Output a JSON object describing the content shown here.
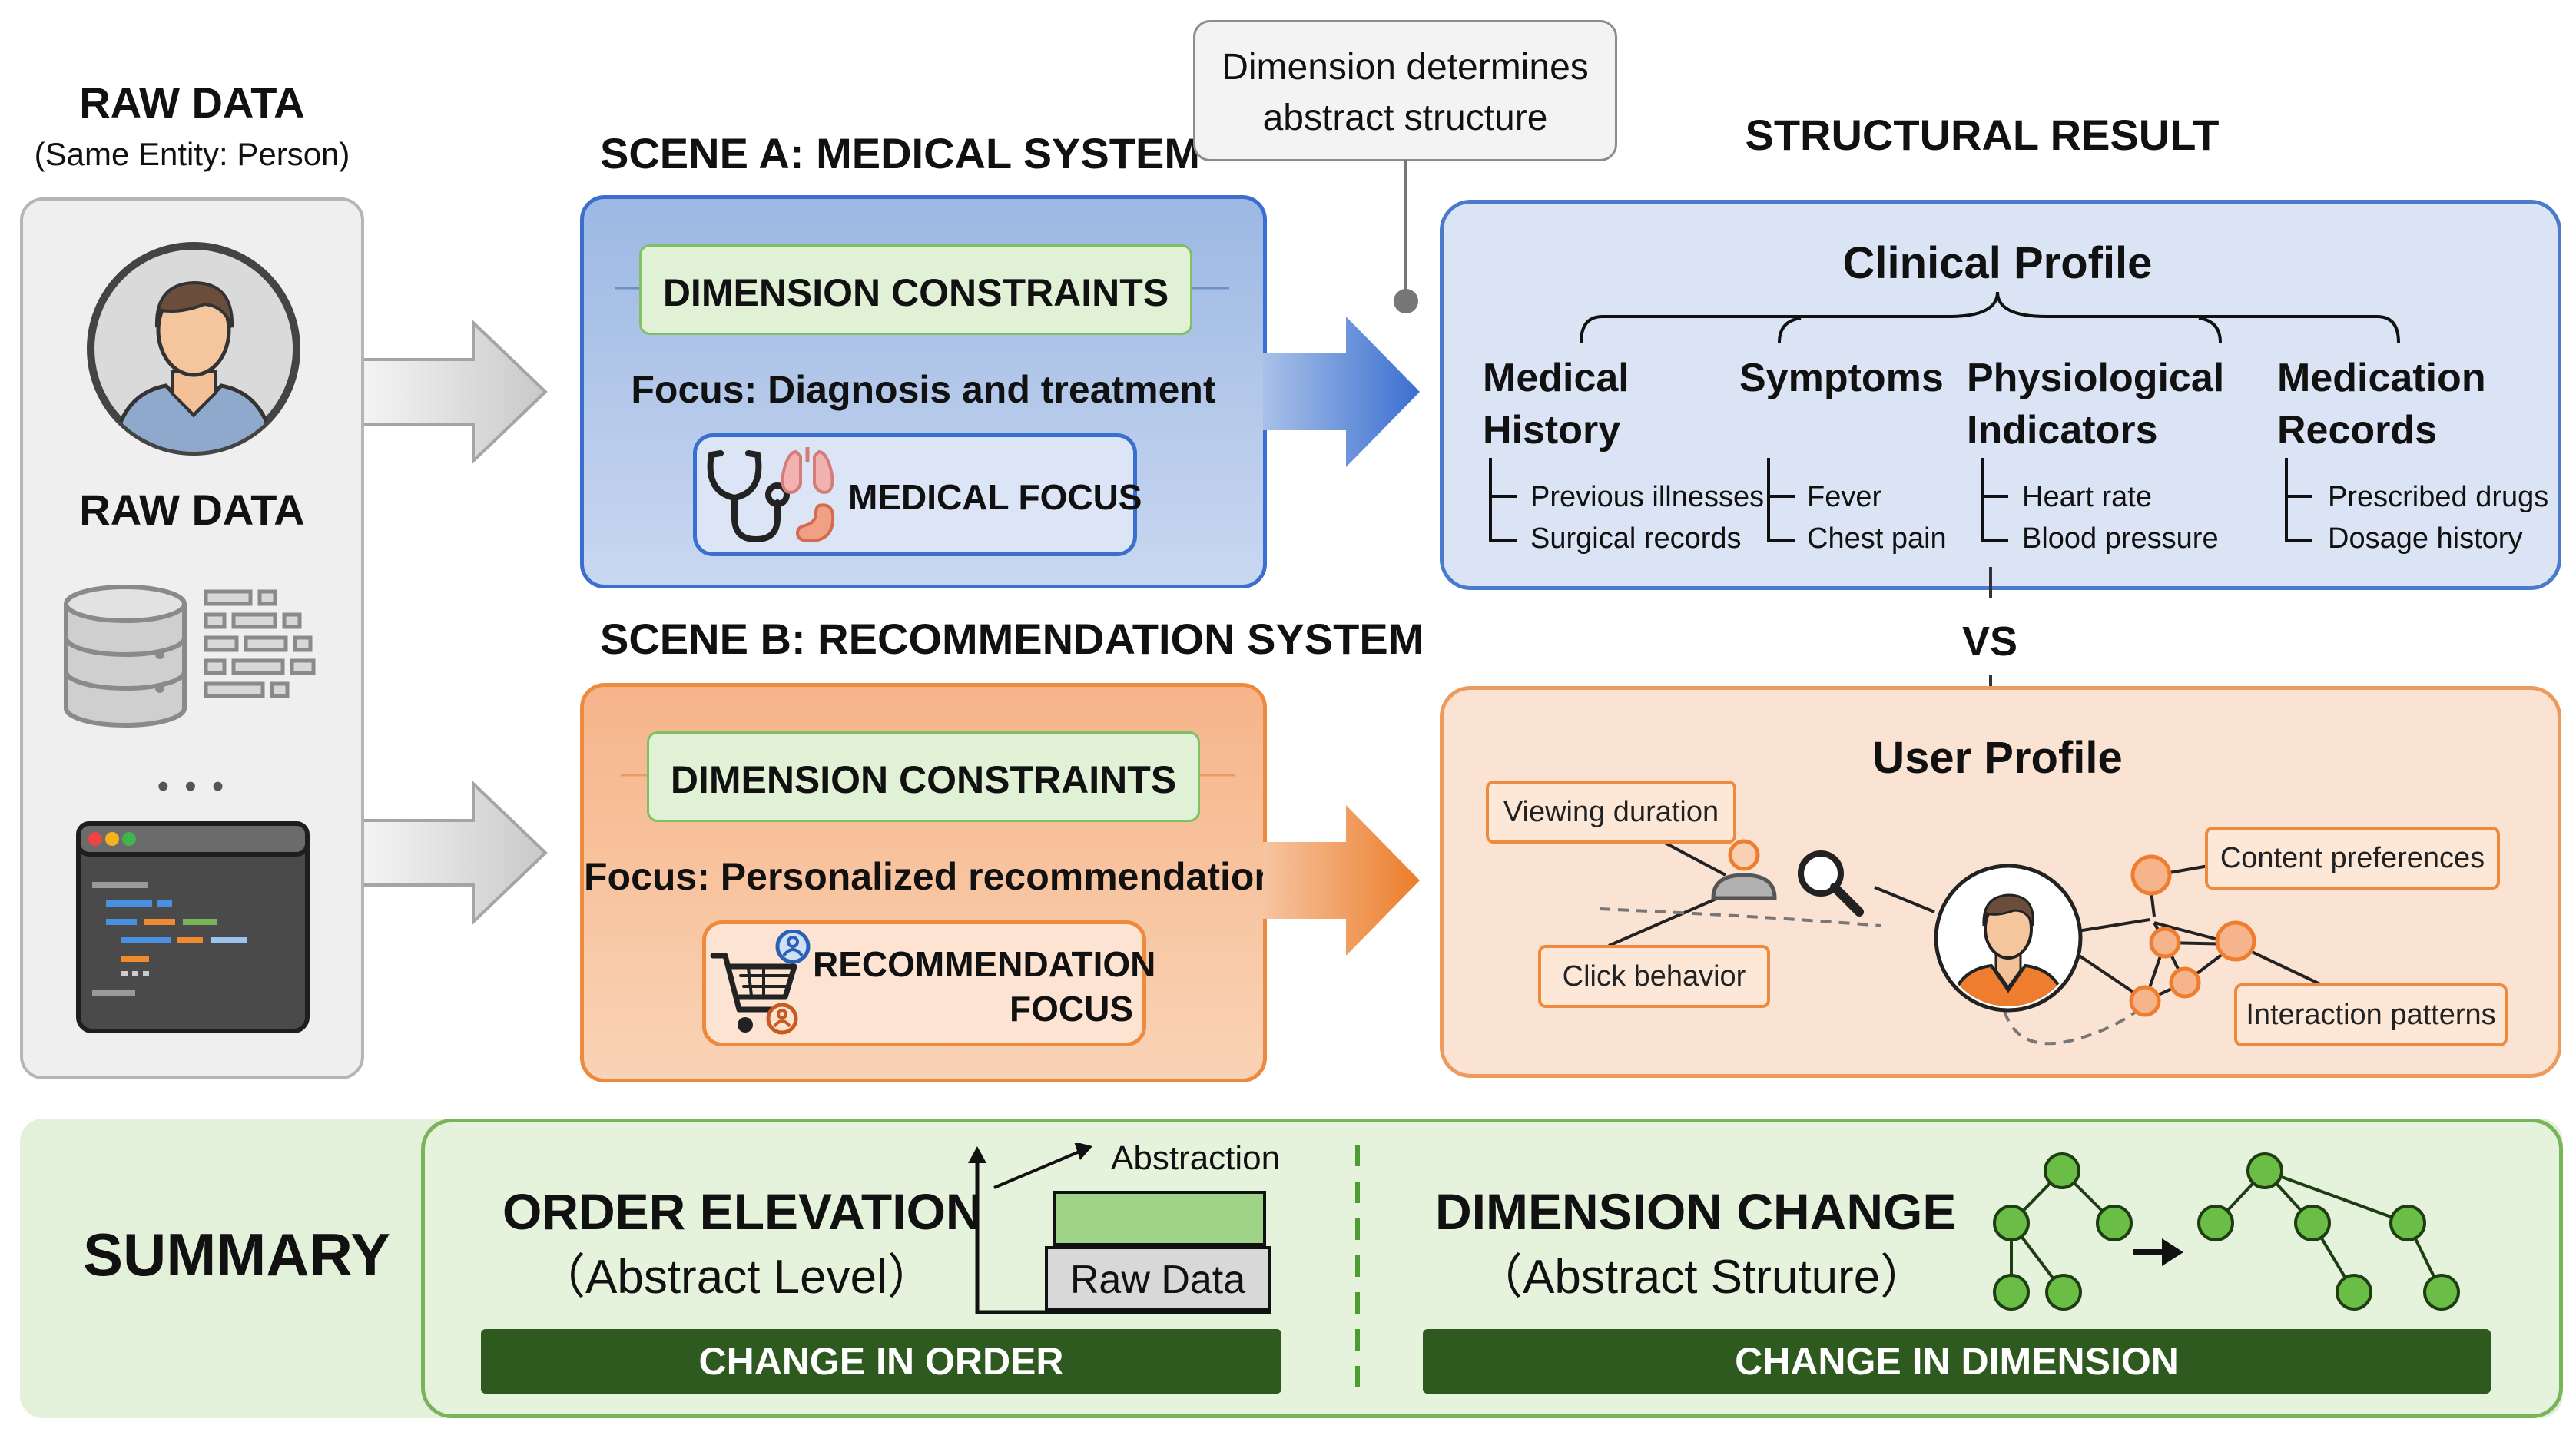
{
  "raw_panel": {
    "title": "RAW DATA",
    "subtitle": "(Same Entity: Person)",
    "label": "RAW DATA",
    "ellipsis": "• • •"
  },
  "scene_a": {
    "title": "SCENE A: MEDICAL SYSTEM",
    "constraints": "DIMENSION CONSTRAINTS",
    "focus": "Focus: Diagnosis and treatment",
    "focus_box": "MEDICAL FOCUS"
  },
  "scene_b": {
    "title": "SCENE B: RECOMMENDATION SYSTEM",
    "constraints": "DIMENSION CONSTRAINTS",
    "focus": "Focus: Personalized recommendation",
    "focus_box_line1": "RECOMMENDATION",
    "focus_box_line2": "FOCUS"
  },
  "callout": {
    "line1": "Dimension determines",
    "line2": "abstract structure"
  },
  "structural_result": {
    "title": "STRUCTURAL RESULT",
    "vs": "VS",
    "clinical": {
      "title": "Clinical Profile",
      "categories": [
        {
          "line1": "Medical",
          "line2": "History",
          "items": [
            "Previous illnesses",
            "Surgical records"
          ]
        },
        {
          "line1": "Symptoms",
          "line2": "",
          "items": [
            "Fever",
            "Chest pain"
          ]
        },
        {
          "line1": "Physiological",
          "line2": "Indicators",
          "items": [
            "Heart rate",
            "Blood pressure"
          ]
        },
        {
          "line1": "Medication",
          "line2": "Records",
          "items": [
            "Prescribed drugs",
            "Dosage history"
          ]
        }
      ]
    },
    "user": {
      "title": "User Profile",
      "tags": [
        "Viewing duration",
        "Click behavior",
        "Content preferences",
        "Interaction patterns"
      ]
    }
  },
  "summary": {
    "title": "SUMMARY",
    "order": {
      "title": "ORDER ELEVATION",
      "subtitle": "（Abstract Level）",
      "arrow_label": "Abstraction",
      "base_label": "Raw Data",
      "bar": "CHANGE IN ORDER"
    },
    "dimension": {
      "title": "DIMENSION  CHANGE",
      "subtitle": "（Abstract Struture）",
      "bar": "CHANGE IN DIMENSION"
    }
  },
  "colors": {
    "blue": "#3b6fcf",
    "orange": "#ee8a3d",
    "green": "#78b55a",
    "dark_green": "#2f5a1f"
  }
}
